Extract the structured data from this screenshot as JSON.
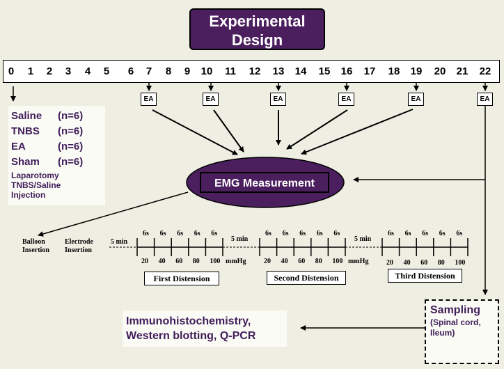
{
  "title": {
    "line1": "Experimental",
    "line2": "Design"
  },
  "timeline": [
    "0",
    "1",
    "2",
    "3",
    "4",
    "5",
    "6",
    "7",
    "8",
    "9",
    "10",
    "11",
    "12",
    "13",
    "14",
    "15",
    "16",
    "17",
    "18",
    "19",
    "20",
    "21",
    "22"
  ],
  "groups": [
    {
      "name": "Saline",
      "count": "(n=6)"
    },
    {
      "name": "TNBS",
      "count": "(n=6)"
    },
    {
      "name": "EA",
      "count": "(n=6)"
    },
    {
      "name": "Sham",
      "count": "(n=6)"
    }
  ],
  "procedure_lines": [
    "Laparotomy",
    "TNBS/Saline",
    "Injection"
  ],
  "ea_label": "EA",
  "ea_days": [
    "7",
    "10",
    "13",
    "16",
    "19",
    "22"
  ],
  "emg_label": "EMG Measurement",
  "balloon": {
    "line1": "Balloon",
    "line2": "Insertion"
  },
  "electrode": {
    "line1": "Electrode",
    "line2": "Insertion"
  },
  "interval_label": "5 min",
  "step_label": "6s",
  "pressures": [
    "20",
    "40",
    "60",
    "80",
    "100"
  ],
  "pressure_unit": "mmHg",
  "distensions": [
    "First Distension",
    "Second Distension",
    "Third Distension"
  ],
  "assays": {
    "line1": "Immunohistochemistry,",
    "line2": "Western blotting, Q-PCR"
  },
  "sampling": {
    "title": "Sampling",
    "line1": "(Spinal cord,",
    "line2": "Ileum)"
  },
  "colors": {
    "purple": "#4b1f5e",
    "text_purple": "#3f1d5a",
    "background": "#efeee2"
  }
}
